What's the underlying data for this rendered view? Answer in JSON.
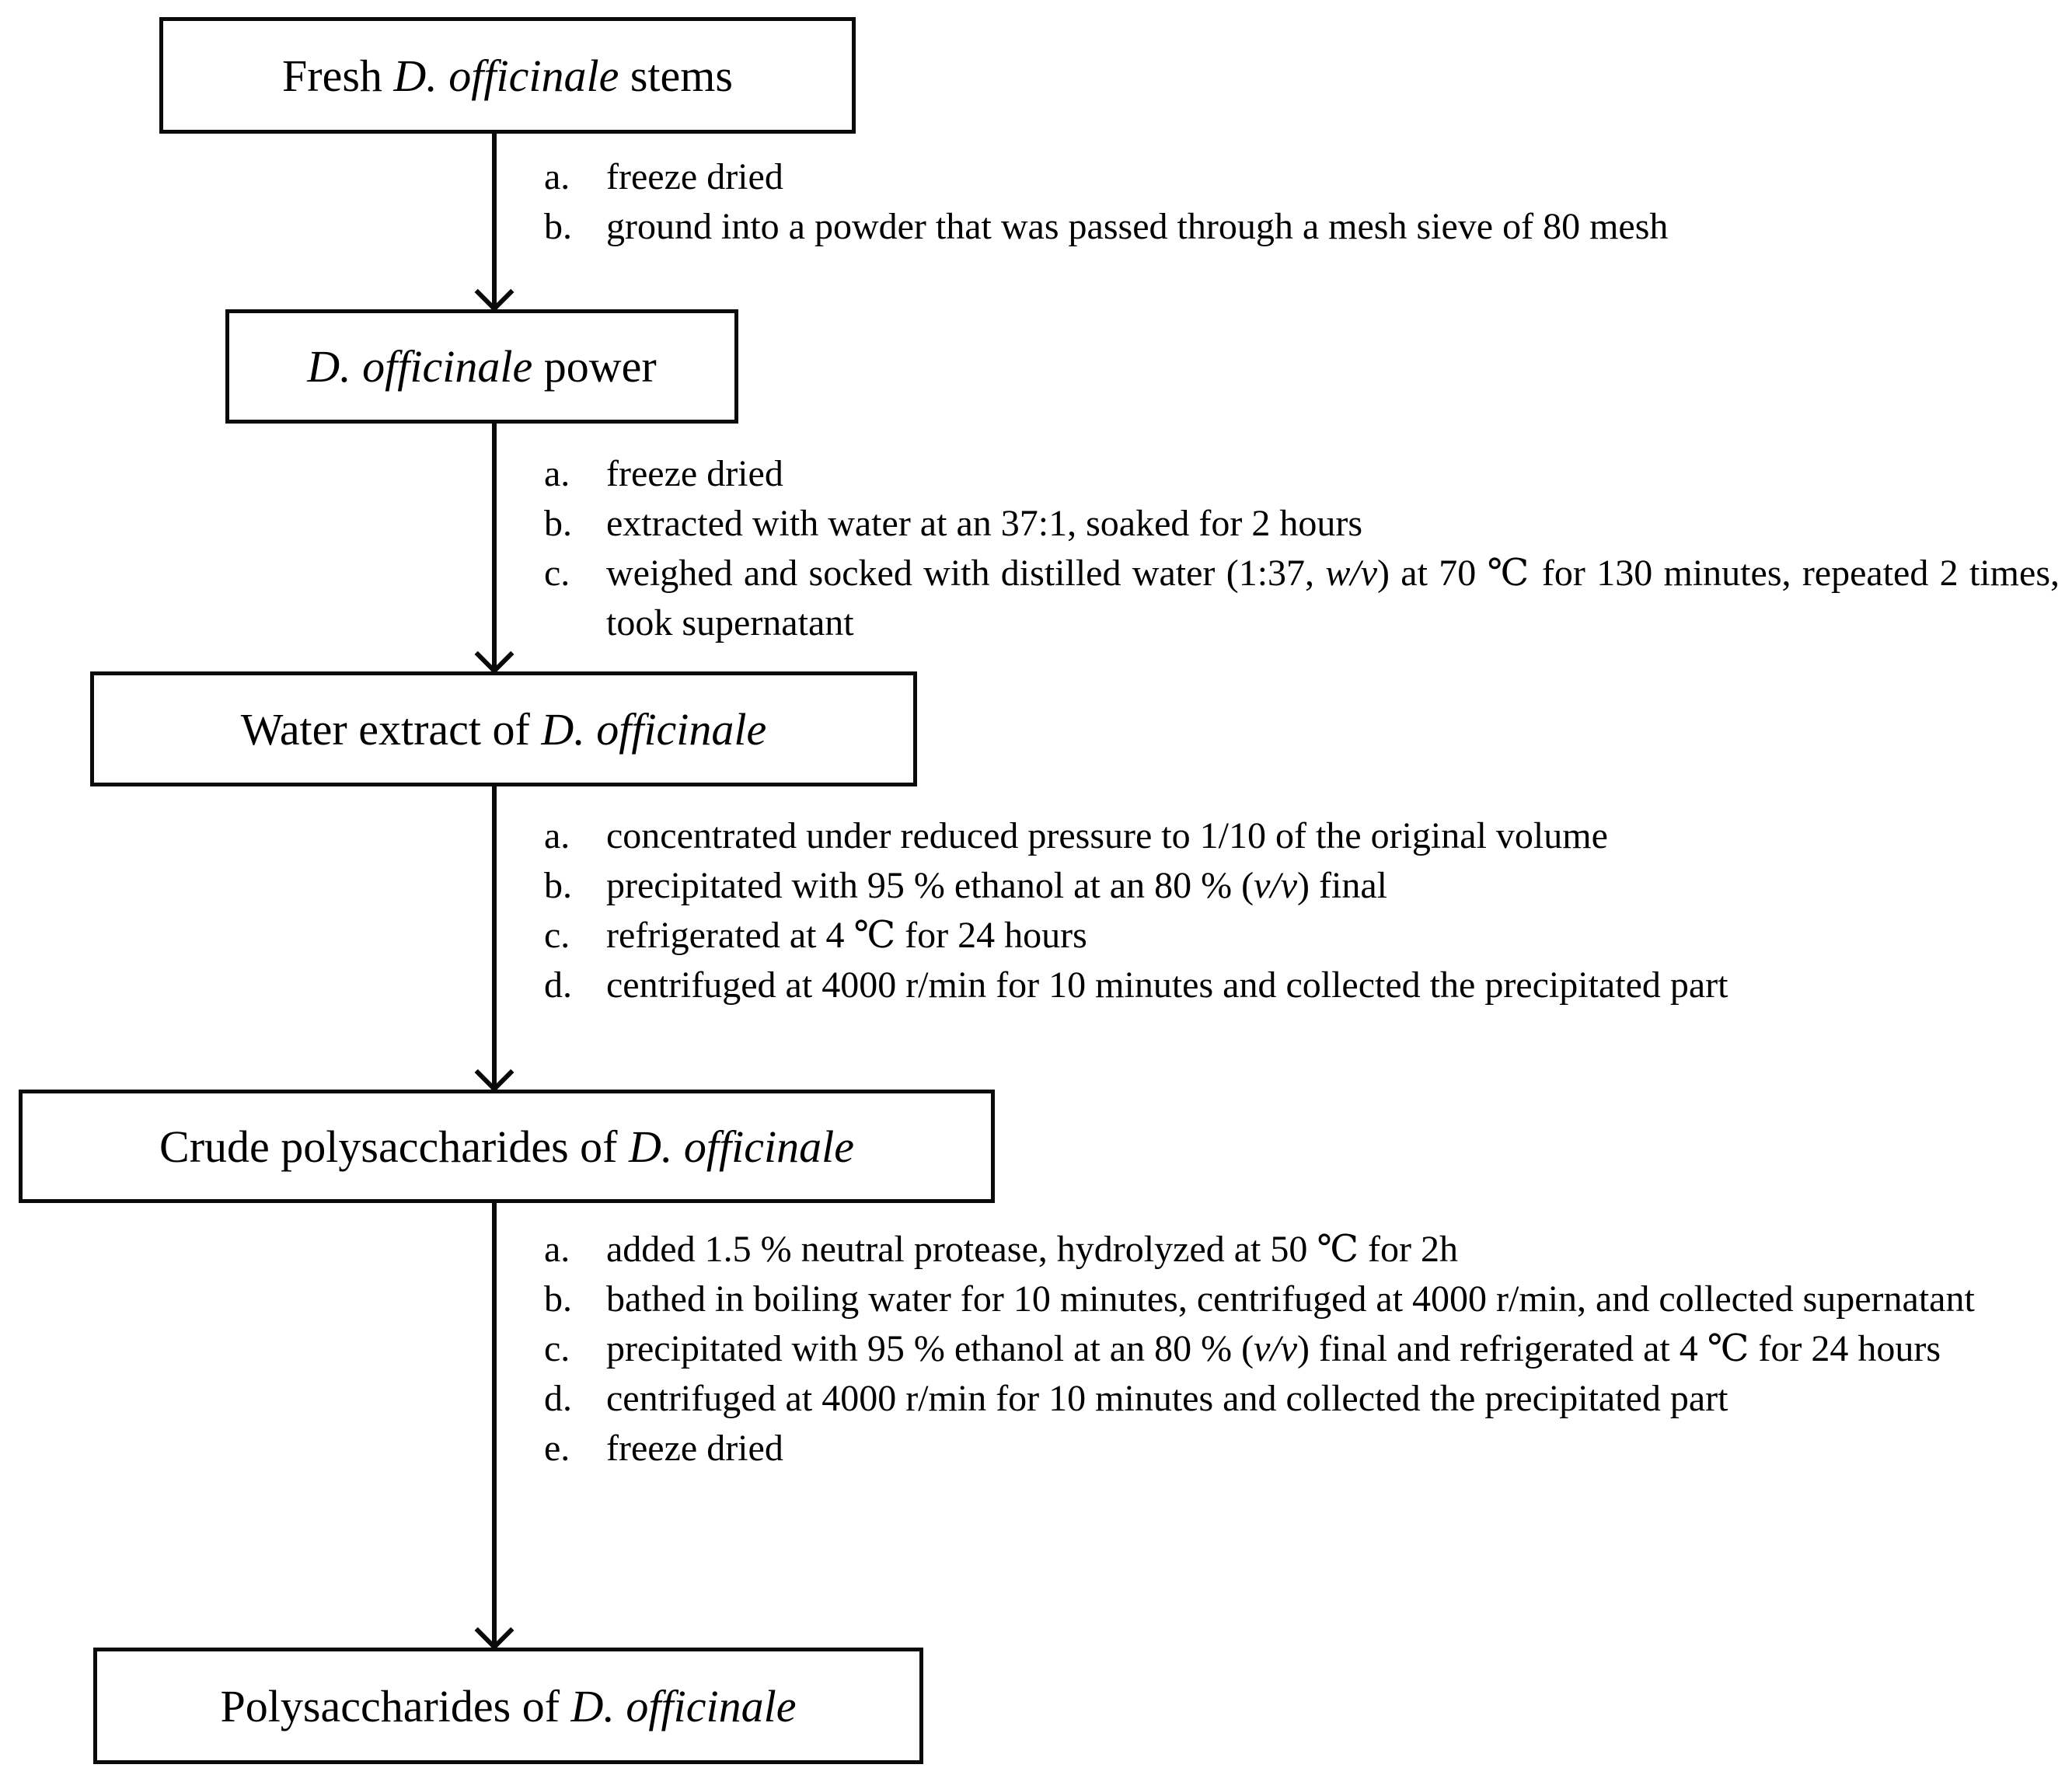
{
  "figure": {
    "background": "#ffffff",
    "line_color": "#0a0a0a",
    "description": "Flow chart of extraction and preparation of polysaccharides"
  },
  "nodes": [
    {
      "pre": "Fresh ",
      "sci": "D. officinale",
      "post": " stems"
    },
    {
      "pre": "",
      "sci": "D. officinale",
      "post": " power"
    },
    {
      "pre": "Water extract of ",
      "sci": "D. officinale",
      "post": ""
    },
    {
      "pre": "Crude polysaccharides of ",
      "sci": "D. officinale",
      "post": ""
    },
    {
      "pre": "Polysaccharides of ",
      "sci": "D. officinale",
      "post": ""
    }
  ],
  "arrows": [
    {
      "steps": [
        {
          "label": "a.",
          "segments": [
            {
              "t": "freeze dried"
            }
          ]
        },
        {
          "label": "b.",
          "segments": [
            {
              "t": "ground into a powder that was passed through a mesh sieve of 80 mesh"
            }
          ]
        }
      ]
    },
    {
      "steps": [
        {
          "label": "a.",
          "segments": [
            {
              "t": "freeze dried"
            }
          ]
        },
        {
          "label": "b.",
          "segments": [
            {
              "t": "extracted with water at an 37:1, soaked for 2 hours"
            }
          ]
        },
        {
          "label": "c.",
          "segments": [
            {
              "t": "weighed and socked with distilled water (1:37, "
            },
            {
              "t": "w/v",
              "i": true
            },
            {
              "t": ") at 70 ℃ for 130 minutes, repeated 2 times, took supernatant"
            }
          ]
        }
      ]
    },
    {
      "steps": [
        {
          "label": "a.",
          "segments": [
            {
              "t": "concentrated under reduced pressure to 1/10 of the original volume"
            }
          ]
        },
        {
          "label": "b.",
          "segments": [
            {
              "t": "precipitated with 95 % ethanol at an 80 % ("
            },
            {
              "t": "v/v",
              "i": true
            },
            {
              "t": ") final"
            }
          ]
        },
        {
          "label": "c.",
          "segments": [
            {
              "t": "refrigerated at 4 ℃ for 24 hours"
            }
          ]
        },
        {
          "label": "d.",
          "segments": [
            {
              "t": "centrifuged at 4000 r/min for 10 minutes and collected the precipitated part"
            }
          ]
        }
      ]
    },
    {
      "steps": [
        {
          "label": "a.",
          "segments": [
            {
              "t": "added 1.5 % neutral protease, hydrolyzed at 50 ℃ for 2h"
            }
          ]
        },
        {
          "label": "b.",
          "segments": [
            {
              "t": "bathed in boiling water for 10 minutes, centrifuged at 4000 r/min, and collected supernatant"
            }
          ]
        },
        {
          "label": "c.",
          "segments": [
            {
              "t": "precipitated with 95 % ethanol at an 80 % ("
            },
            {
              "t": "v/v",
              "i": true
            },
            {
              "t": ") final and refrigerated at 4 ℃ for 24 hours"
            }
          ]
        },
        {
          "label": "d.",
          "segments": [
            {
              "t": "centrifuged at 4000 r/min for 10 minutes and collected the precipitated part"
            }
          ]
        },
        {
          "label": "e.",
          "segments": [
            {
              "t": "freeze dried"
            }
          ]
        }
      ]
    }
  ]
}
